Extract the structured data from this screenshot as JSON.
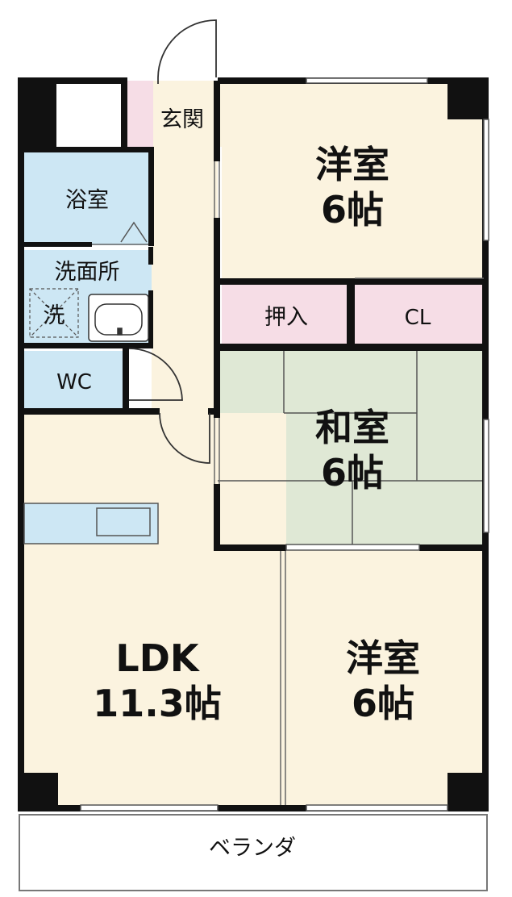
{
  "colors": {
    "wall": "#111111",
    "western": "#fbf3df",
    "japanese": "#dfe8d5",
    "wet": "#cde7f4",
    "closet": "#f6dde6",
    "ldk": "#fbf3df",
    "veranda": "#ffffff"
  },
  "rooms": {
    "entrance": {
      "label": "玄関"
    },
    "bath": {
      "label": "浴室"
    },
    "washroom": {
      "label": "洗面所",
      "washer_label": "洗"
    },
    "wc": {
      "label": "WC"
    },
    "western_north": {
      "label": "洋室",
      "size": "6帖"
    },
    "oshiire": {
      "label": "押入"
    },
    "closet": {
      "label": "CL"
    },
    "japanese": {
      "label": "和室",
      "size": "6帖"
    },
    "ldk": {
      "label": "LDK",
      "size": "11.3帖"
    },
    "western_south": {
      "label": "洋室",
      "size": "6帖"
    },
    "veranda": {
      "label": "ベランダ"
    }
  }
}
